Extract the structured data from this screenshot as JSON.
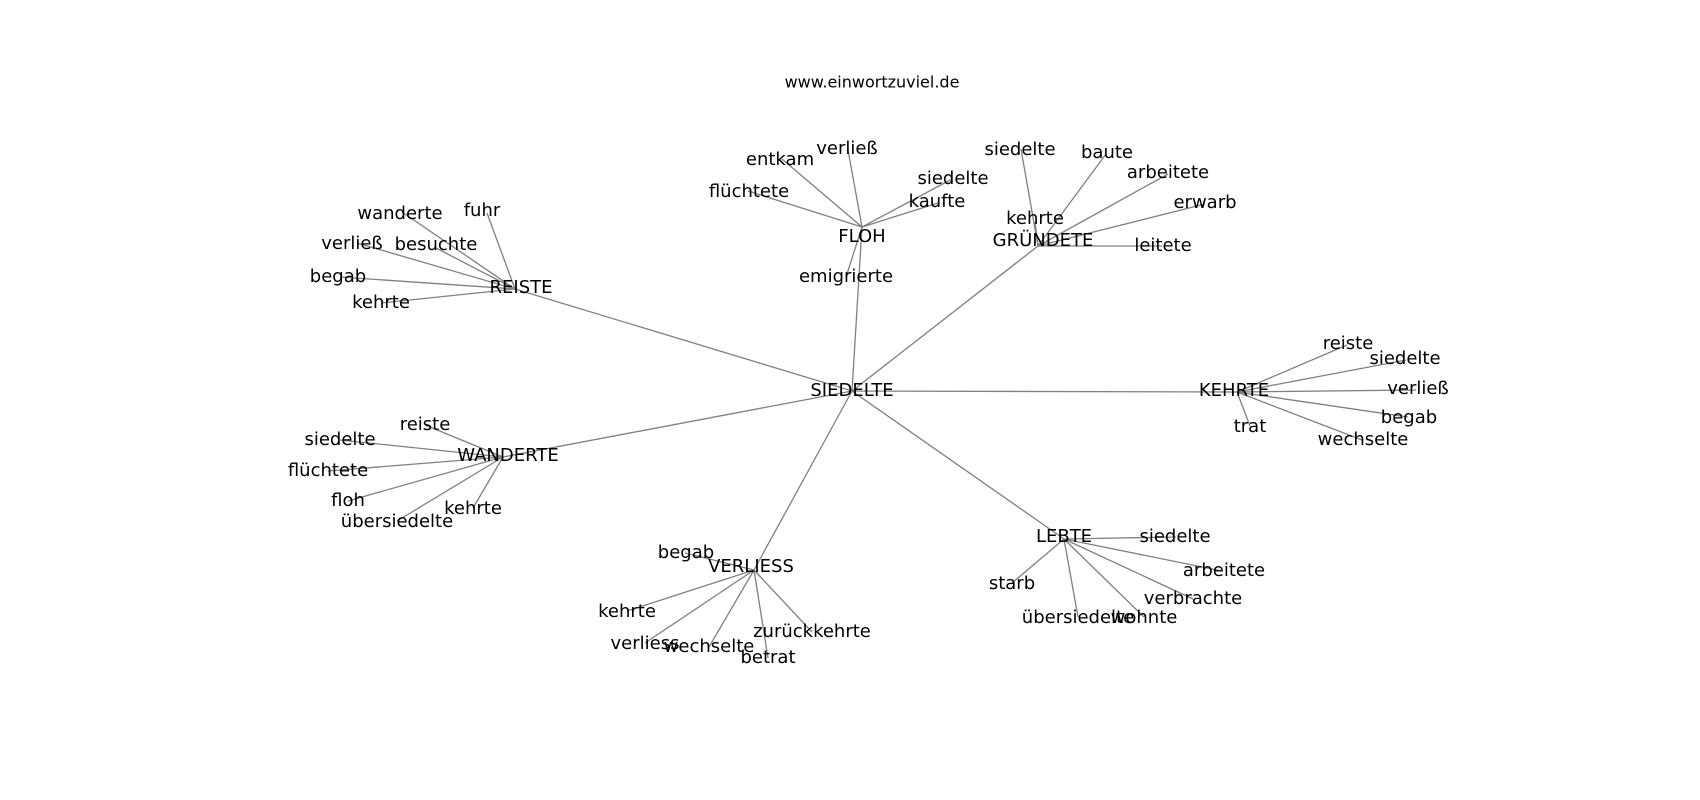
{
  "header": {
    "site": "www.einwortzuviel.de"
  },
  "colors": {
    "edge": "#808080",
    "text": "#000000",
    "background": "#ffffff"
  },
  "graph": {
    "center": "SIEDELTE",
    "hubs": [
      {
        "label": "REISTE",
        "leaves": [
          "wanderte",
          "fuhr",
          "verließ",
          "besuchte",
          "begab",
          "kehrte"
        ]
      },
      {
        "label": "FLOH",
        "leaves": [
          "entkam",
          "verließ",
          "flüchtete",
          "siedelte",
          "kaufte",
          "emigrierte"
        ]
      },
      {
        "label": "GRÜNDETE",
        "leaves": [
          "siedelte",
          "baute",
          "arbeitete",
          "erwarb",
          "kehrte",
          "leitete"
        ]
      },
      {
        "label": "KEHRTE",
        "leaves": [
          "reiste",
          "siedelte",
          "verließ",
          "begab",
          "trat",
          "wechselte"
        ]
      },
      {
        "label": "WANDERTE",
        "leaves": [
          "reiste",
          "siedelte",
          "flüchtete",
          "floh",
          "kehrte",
          "übersiedelte"
        ]
      },
      {
        "label": "VERLIESS",
        "leaves": [
          "begab",
          "kehrte",
          "verliess",
          "wechselte",
          "betrat",
          "zurückkehrte"
        ]
      },
      {
        "label": "LEBTE",
        "leaves": [
          "siedelte",
          "arbeitete",
          "verbrachte",
          "starb",
          "übersiedelte",
          "wohnte"
        ]
      }
    ]
  }
}
